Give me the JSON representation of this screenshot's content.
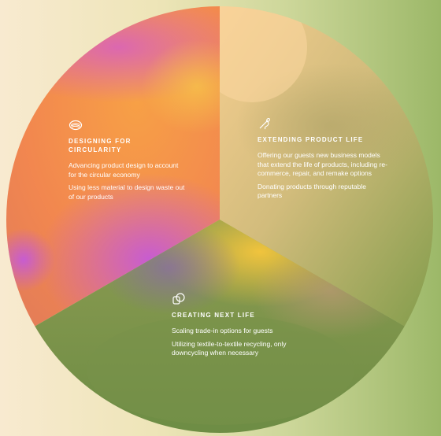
{
  "colors": {
    "background_left": "#f8ead0",
    "background_right": "#9cb868",
    "segment_design": [
      "#f59a4a",
      "#f2834e",
      "#c85ed4"
    ],
    "segment_extend": [
      "#f4c98a",
      "#c9b875",
      "#7f9c4c"
    ],
    "segment_create": [
      "#f4c540",
      "#8d9b52",
      "#6c8c44"
    ],
    "text": "#ffffff"
  },
  "segments": {
    "designing": {
      "icon": "thread-spool-icon",
      "title": "DESIGNING FOR CIRCULARITY",
      "items": [
        "Advancing product design to account for the circular economy",
        "Using less material to design waste out of our products"
      ]
    },
    "extending": {
      "icon": "needle-thread-icon",
      "title": "EXTENDING PRODUCT LIFE",
      "items": [
        "Offering our guests new business models that extend the life of products, including re-commerce, repair, and remake options",
        "Donating products through reputable partners"
      ]
    },
    "creating": {
      "icon": "recycle-loop-icon",
      "title": "CREATING NEXT LIFE",
      "items": [
        "Scaling trade-in options for guests",
        "Utilizing textile-to-textile recycling, only downcycling when necessary"
      ]
    }
  }
}
